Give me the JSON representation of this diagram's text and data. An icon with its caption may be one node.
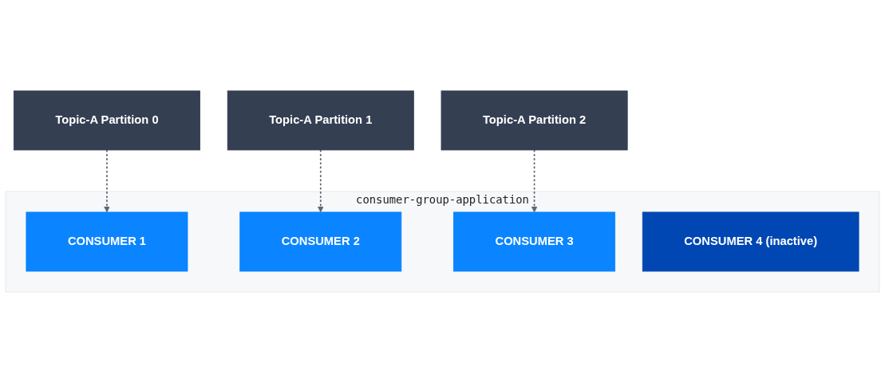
{
  "diagram": {
    "nodes": [
      {
        "text": [
          "Topic-A Partition 0"
        ]
      },
      {
        "text": [
          "Topic-A Partition 1"
        ]
      },
      {
        "text": [
          "Topic-A Partition 2"
        ]
      },
      {
        "text": [
          "consumer-group-application"
        ]
      },
      {
        "text": [
          "CONSUMER 1"
        ],
        "in": 3
      },
      {
        "text": [
          "CONSUMER 2"
        ],
        "in": 3
      },
      {
        "text": [
          "CONSUMER 3"
        ],
        "in": 3
      },
      {
        "text": [
          "CONSUMER 4 (inactive)"
        ],
        "in": 3
      }
    ],
    "edges": [
      {
        "from": 0,
        "to": 4,
        "arrow": "to",
        "style": "dashed"
      },
      {
        "from": 1,
        "to": 5,
        "arrow": "to",
        "style": "dashed"
      },
      {
        "from": 2,
        "to": 6,
        "arrow": "to",
        "style": "dashed"
      }
    ]
  }
}
